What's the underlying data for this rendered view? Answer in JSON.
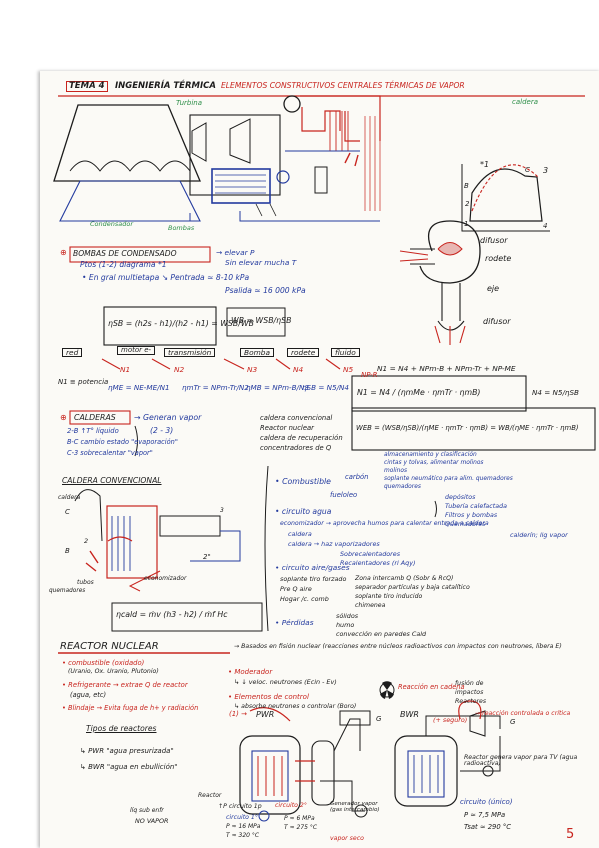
{
  "header": {
    "tema": "TEMA 4",
    "subject": "INGENIERÍA TÉRMICA",
    "title": "ELEMENTOS CONSTRUCTIVOS  CENTRALES TÉRMICAS DE VAPOR"
  },
  "plant_labels": {
    "turbina": "Turbina",
    "caldera": "caldera",
    "condensador": "Condensador",
    "bombas": "Bombas",
    "ts_label": "*1",
    "ts_points": [
      "B",
      "C",
      "3",
      "1",
      "2",
      "4"
    ]
  },
  "pump_labels": {
    "difusor": "difusor",
    "rodete": "rodete",
    "eje": "eje",
    "difusor2": "difusor"
  },
  "bombas": {
    "heading": "BOMBAS DE CONDENSADO",
    "right1": "→ elevar P",
    "right2": "Sin elevar mucha T",
    "ptos": "Ptos (1-2) diagrama *1",
    "multietapa": "• En gral multietapa ↘ Pentrada ≃ 8-10 kPa",
    "psalida": "Psalida ≃ 16 000 kPa",
    "eta_sb": "ηSB = (h2s - h1)/(h2 - h1) = WSB/WB",
    "wb": "WB = WSB/ηSB",
    "chain": [
      "red",
      "motor e-",
      "transmisión",
      "Bomba",
      "rodete",
      "fluido"
    ],
    "n_labels": [
      "N1",
      "N2",
      "N3",
      "N4",
      "N5"
    ],
    "n1_potencia": "N1 ≡ potencia",
    "eta_me": "ηME = NE-ME/N1",
    "eta_mtr": "ηmTr = NPm-Tr/N2",
    "eta_mb": "ηMB = NPm-B/N3",
    "eta_sb2": "ηSB = N5/N4",
    "loss_label": "NP-R",
    "sum_eq": "N1 = N4 + NPm-B + NPm-Tr + NP-ME",
    "n1_eq": "N1 = N4 / (ηmMe · ηmTr · ηmB)",
    "n4_eq": "N4 = N5/ηSB",
    "web_eq": "WEB = (WSB/ηSB)/(ηME · ηmTr · ηmB) = WB/(ηME · ηmTr · ηmB)"
  },
  "calderas": {
    "heading": "CALDERAS",
    "generan": "→ Generan vapor",
    "range": "(2 - 3)",
    "items": [
      "2-B ↑T° líquido",
      "B-C cambio estado \"evaporación\"",
      "C-3 sobrecalentar \"vapor\""
    ],
    "types": [
      "caldera convencional",
      "Reactor nuclear",
      "caldera de recuperación",
      "concentradores de Q"
    ]
  },
  "convencional": {
    "heading": "CALDERA CONVENCIONAL",
    "diagram_labels": [
      "caldera",
      "C",
      "B",
      "2",
      "tubos",
      "quemadores",
      "economizador",
      "3",
      "2\""
    ],
    "eta_cald": "ηcald = ṁv (h3 - h2) / ṁf Hc",
    "combustible": "• Combustible",
    "carbon": "carbón",
    "fueloleo": "fueloleo",
    "carbon_list": [
      "almacenamiento y clasificación",
      "cintas y tolvas, alimentar molinos",
      "molinos",
      "soplante neumático para alim. quemadores",
      "quemadores"
    ],
    "fuel_list": [
      "depósitos",
      "Tubería calefactada",
      "Filtros y bombas",
      "Quemadores"
    ],
    "circuito_agua": "• circuito agua",
    "economizador": "economizador → aprovecha humos para calentar entrada a caldera",
    "caldera_row": "caldera",
    "caldera_row2": "caldera → haz vaporizadores",
    "sobrecal": "Sobrecalentadores",
    "recal": "Recalentadores (ri Aqy)",
    "caldera_lg": "calderín; lig vapor",
    "circuito_aire": "• circuito aire/gases",
    "aire_items": [
      "soplante tiro forzado",
      "Pre Q aire",
      "Hogar /c. comb"
    ],
    "aire_right": [
      "Zona intercamb Q (Sobr & RcQ)",
      "separador partículas y baja catalítico",
      "soplante tiro inducido",
      "chimenea"
    ],
    "perdidas": "• Pérdidas",
    "perdidas_items": [
      "sólidos",
      "humo",
      "convección en paredes Cald"
    ]
  },
  "reactor": {
    "heading": "REACTOR NUCLEAR",
    "basados": "→ Basados en fisión nuclear (reacciones entre núcleos radioactivos con impactos con neutrones, libera E)",
    "combustible": "• combustible (oxidado)",
    "combustible2": "(Uranio, Ox. Uranio, Plutonio)",
    "refrigerante": "• Refrigerante → extrae Q de reactor",
    "refrigerante2": "(agua, etc)",
    "blindaje": "• Blindaje → Evita fuga de h+ y radiación",
    "moderador": "• Moderador",
    "moderador2": "↳ ↓ veloc. neutrones (Ecin - Ev)",
    "control": "• Elementos de control",
    "control2": "↳ absorbe neutrones o controlar (Boro)",
    "reaccion": "Reacción en cadena",
    "reaccion_items": [
      "fusión de",
      "impactos",
      "Reactores"
    ],
    "reaccion_result": "→ reacción controlada o crítica",
    "tipos": "Tipos de reactores",
    "pwr_desc": "↳ PWR \"agua presurizada\"",
    "bwr_desc": "↳ BWR \"agua en ebullición\""
  },
  "reactor_diagrams": {
    "pwr_num": "(1) →",
    "pwr": "PWR",
    "bwr": "BWR",
    "bwr_note": "(+ seguro)",
    "g": "G",
    "reactor": "Reactor",
    "circuito_1p": "↑P circuito 1p",
    "circuito_2": "circuito 2°",
    "gen_vapor": "Generador vapor (gas intercambio)",
    "vapor_seco": "vapor seco",
    "liquido": "líq sub enfr",
    "no_vapor": "NO VAPOR",
    "c1": "circuito 1°",
    "p1": "P ≈ 16 MPa",
    "t1": "T ≈ 320 °C",
    "p2": "P ≈ 6 MPa",
    "t2": "T ≈ 275 °C",
    "bwr_note2": "Reactor genera vapor para TV (agua radioactiva)",
    "bwr_c": "circuito (único)",
    "bwr_p": "P ≈ 7,5 MPa",
    "bwr_t": "Tsat ≈ 290 °C"
  },
  "page_number": "5",
  "colors": {
    "ink_blue": "#233a9e",
    "ink_red": "#c8241e",
    "ink_black": "#1c1c1c",
    "ink_green": "#2f8f4a",
    "paper": "#fbfaf6"
  }
}
